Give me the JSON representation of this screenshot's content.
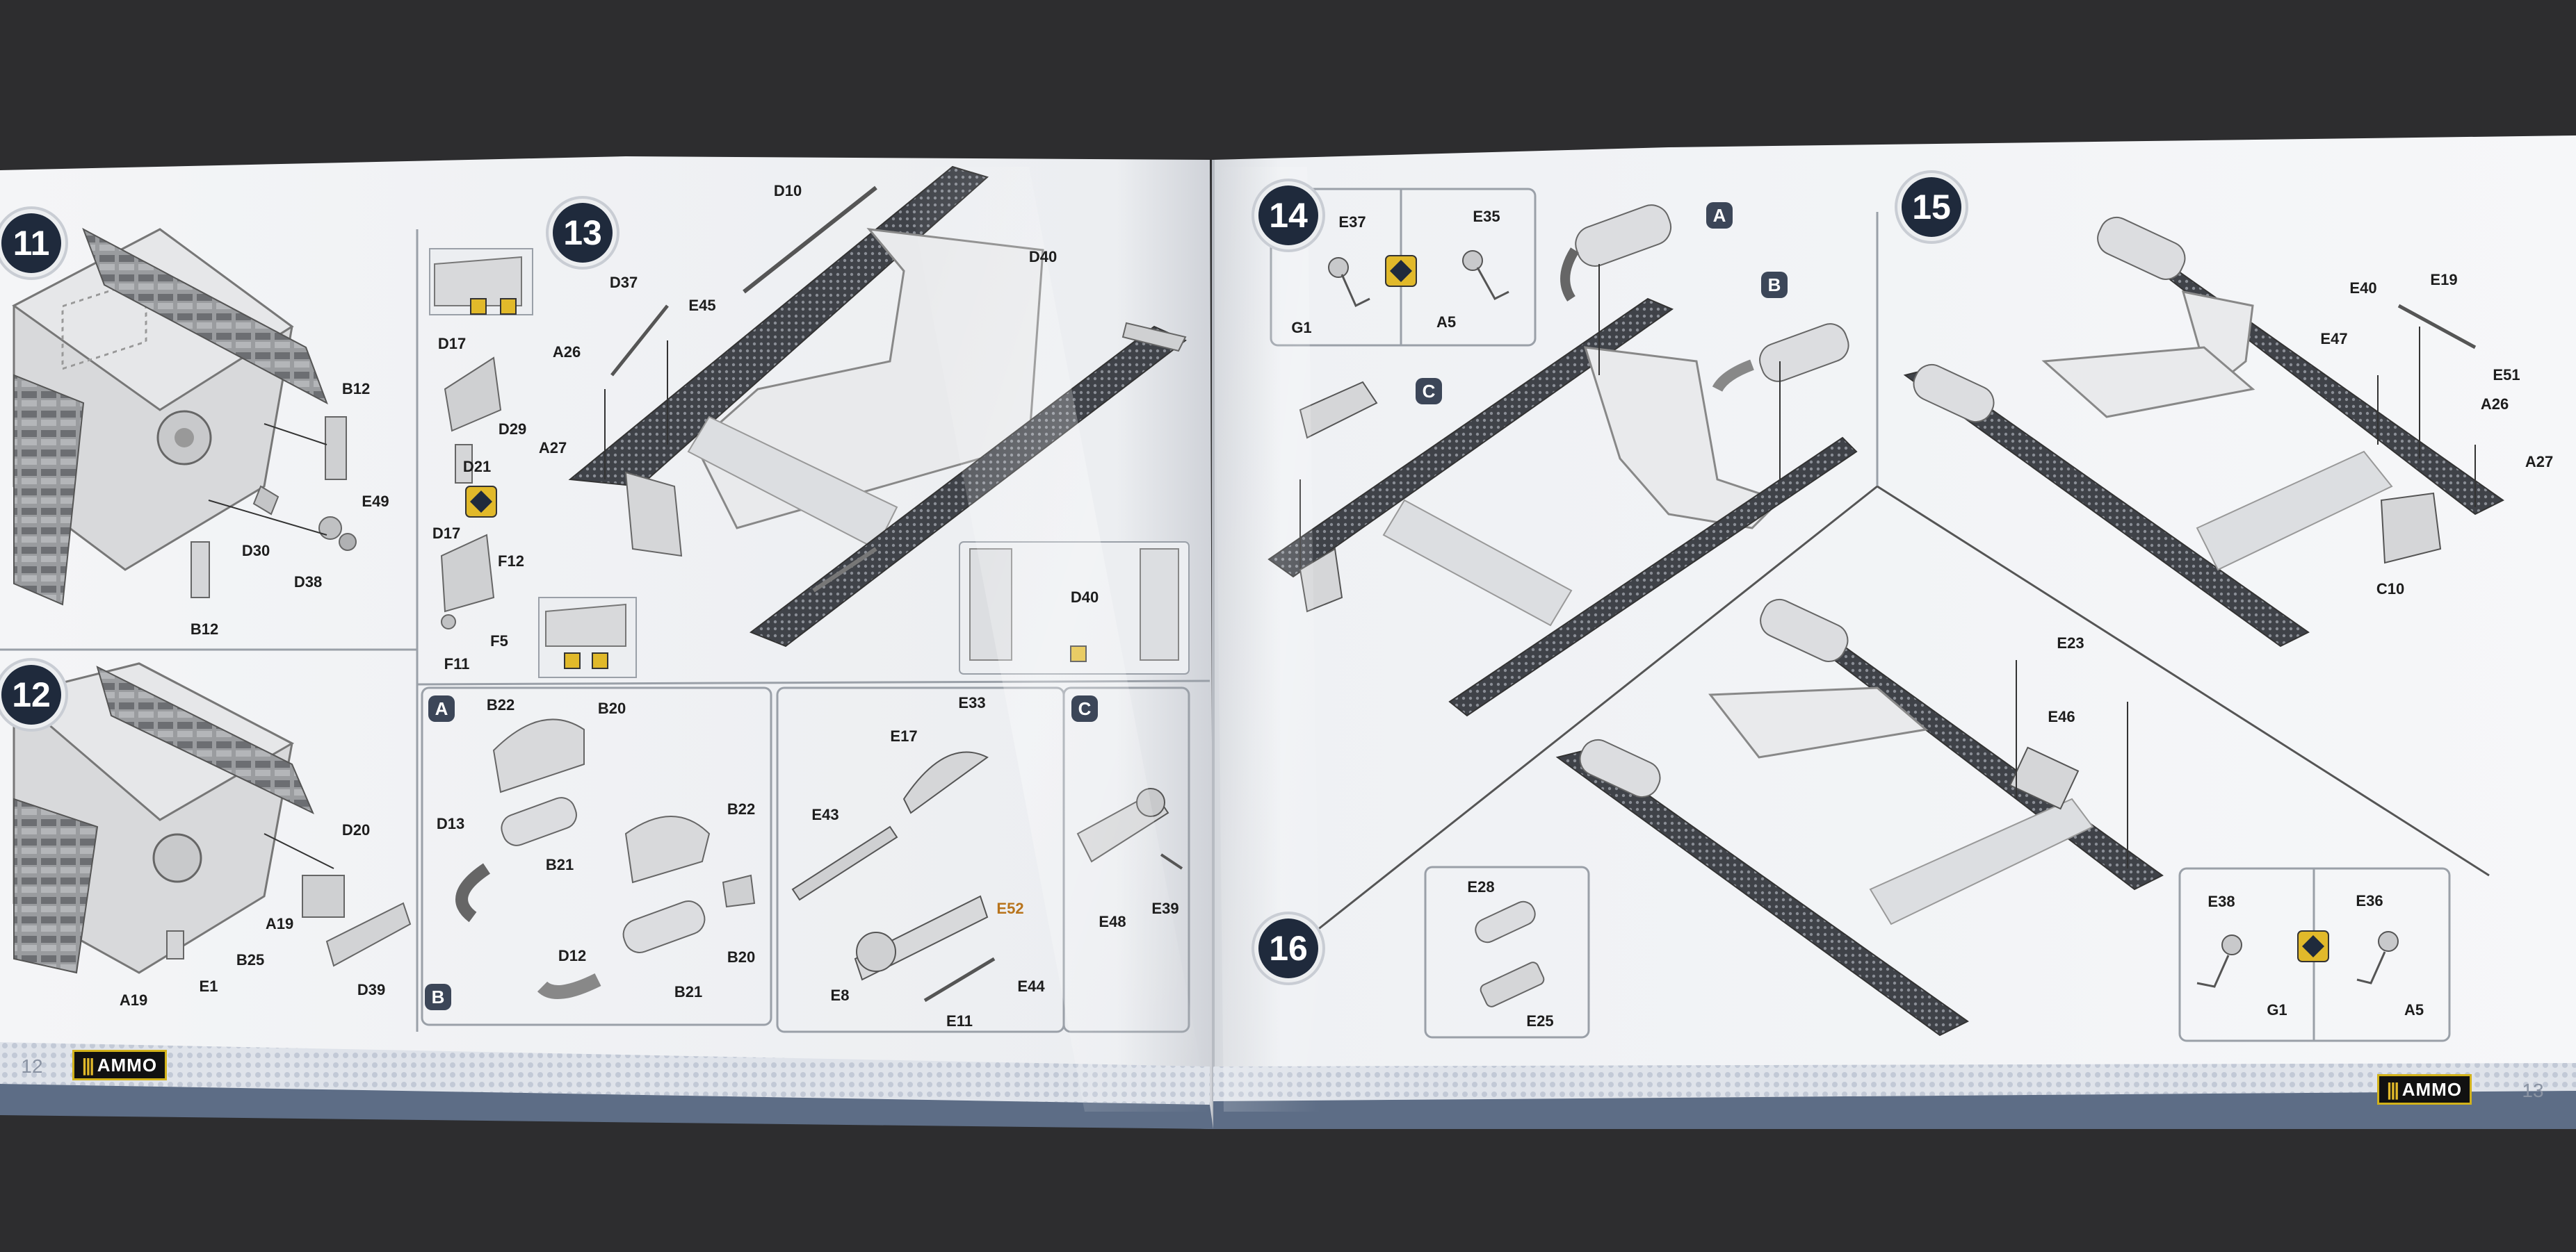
{
  "scene": {
    "background_color": "#2d2d2f",
    "page_color": "#f3f4f6",
    "footer_color": "#5d6d86",
    "accent_color": "#e1b92a"
  },
  "left_page": {
    "page_number": "12",
    "logo_text": "AMMO",
    "steps": [
      "11",
      "12",
      "13"
    ],
    "subassemblies": [
      "A",
      "B"
    ],
    "labels": [
      "B12",
      "E49",
      "D30",
      "D38",
      "B12",
      "D20",
      "A19",
      "B25",
      "A19",
      "E1",
      "D39",
      "D17",
      "D29",
      "D21",
      "D17",
      "F12",
      "F11",
      "F5",
      "D10",
      "D37",
      "E45",
      "A26",
      "A27",
      "D40",
      "D40",
      "B22",
      "B20",
      "D13",
      "B21",
      "B22",
      "D12",
      "B21",
      "B20",
      "E33",
      "E17",
      "E43",
      "E52",
      "E8",
      "E11",
      "E44"
    ]
  },
  "right_page": {
    "page_number": "13",
    "logo_text": "AMMO",
    "steps": [
      "14",
      "15",
      "16"
    ],
    "subassemblies": [
      "C",
      "A",
      "B",
      "C"
    ],
    "labels": [
      "E37",
      "G1",
      "E35",
      "A5",
      "E39",
      "E48",
      "E40",
      "E19",
      "E47",
      "E51",
      "A26",
      "A27",
      "C10",
      "E23",
      "E46",
      "E28",
      "E25",
      "E38",
      "G1",
      "E36",
      "A5"
    ]
  }
}
